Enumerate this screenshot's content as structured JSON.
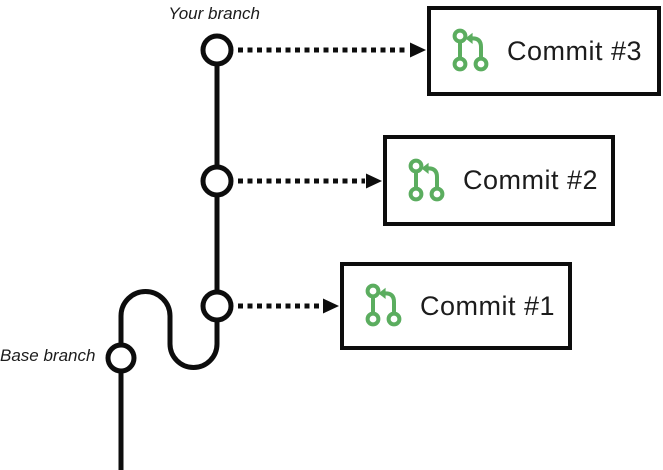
{
  "diagram": {
    "your_branch_label": "Your branch",
    "base_branch_label": "Base branch",
    "commits": [
      {
        "label": "Commit #3",
        "icon": "git-pull-request-icon"
      },
      {
        "label": "Commit #2",
        "icon": "git-pull-request-icon"
      },
      {
        "label": "Commit #1",
        "icon": "git-pull-request-icon"
      }
    ],
    "colors": {
      "icon_green": "#5bad5f",
      "line_black": "#0d0d0d",
      "text_dark": "#1c1c1c",
      "background": "#ffffff"
    }
  }
}
